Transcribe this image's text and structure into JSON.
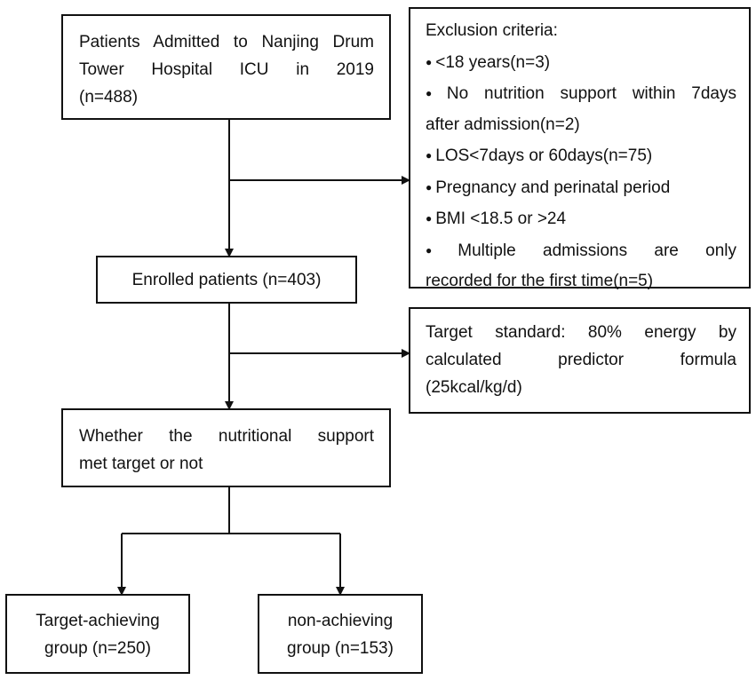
{
  "flowchart": {
    "admitted": {
      "lines": [
        "Patients Admitted to Nanjing Drum",
        "Tower Hospital ICU in 2019",
        "(n=488)"
      ]
    },
    "exclusion": {
      "title": "Exclusion criteria:",
      "items": [
        "<18 years(n=3)",
        "No nutrition support within 7days",
        "after admission(n=2)",
        "LOS<7days or 60days(n=75)",
        "Pregnancy and perinatal period",
        "BMI <18.5 or >24",
        "Multiple admissions are only",
        "recorded for the first time(n=5)"
      ],
      "bullet": "●"
    },
    "enrolled": {
      "label": "Enrolled patients (n=403)"
    },
    "target_standard": {
      "lines": [
        "Target standard: 80% energy by",
        "calculated predictor formula",
        "(25kcal/kg/d)"
      ]
    },
    "decision": {
      "lines": [
        "Whether the nutritional support",
        "met target or not"
      ]
    },
    "achieving": {
      "lines": [
        "Target-achieving",
        "group (n=250)"
      ]
    },
    "non_achieving": {
      "lines": [
        "non-achieving",
        "group (n=153)"
      ]
    }
  },
  "colors": {
    "line": "#111111",
    "background": "#ffffff"
  }
}
